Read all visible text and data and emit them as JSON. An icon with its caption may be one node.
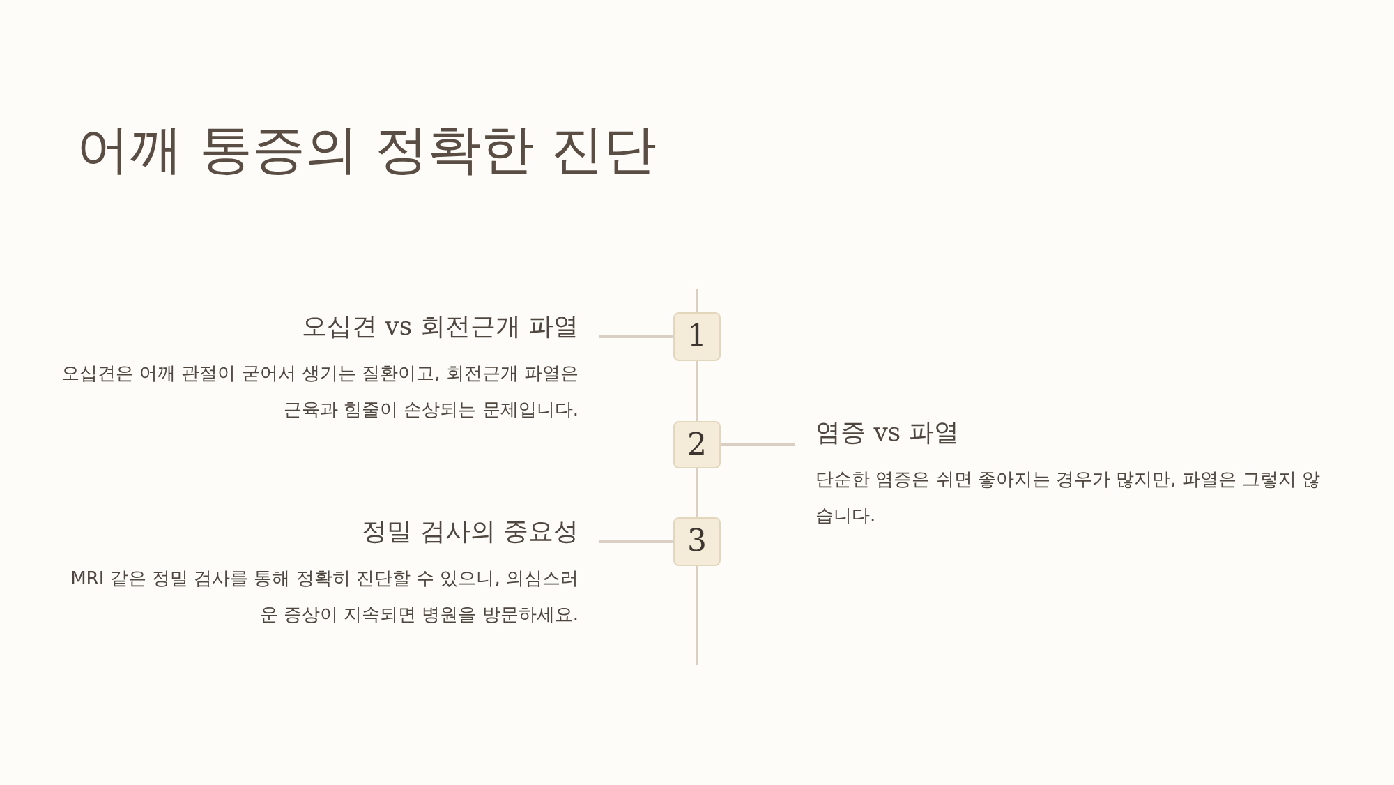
{
  "diagram": {
    "title": "어깨 통증의 정확한 진단",
    "nodes": [
      {
        "text": [
          "오십견 vs 회전근개 파열",
          "오십견은 어깨 관절이 굳어서 생기는 질환이고, 회전근개 파열은 근육과 힘줄이 손상되는 문제입니다."
        ]
      },
      {
        "text": [
          "1"
        ]
      },
      {
        "text": [
          "2"
        ]
      },
      {
        "text": [
          "염증 vs 파열",
          "단순한 염증은 쉬면 좋아지는 경우가 많지만, 파열은 그렇지 않습니다."
        ]
      },
      {
        "text": [
          "정밀 검사의 중요성",
          "MRI 같은 정밀 검사를 통해 정확히 진단할 수 있으니, 의심스러운 증상이 지속되면 병원을 방문하세요."
        ]
      },
      {
        "text": [
          "3"
        ]
      }
    ],
    "edges": [
      {
        "from": 1,
        "to": 0,
        "arrow": "none"
      },
      {
        "from": 2,
        "to": 3,
        "arrow": "none"
      },
      {
        "from": 5,
        "to": 4,
        "arrow": "none"
      },
      {
        "from": 1,
        "to": 2,
        "arrow": "none"
      },
      {
        "from": 2,
        "to": 5,
        "arrow": "none"
      }
    ]
  }
}
